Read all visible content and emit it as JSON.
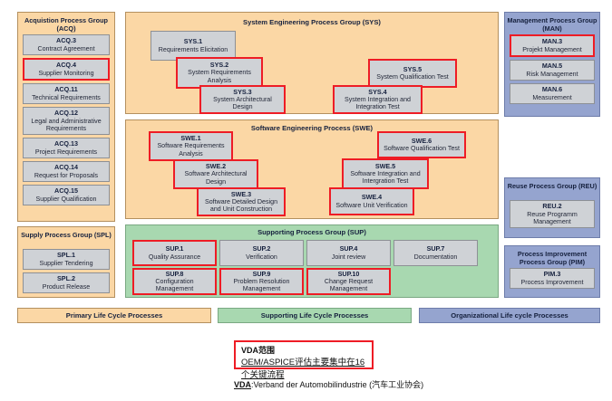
{
  "left_column": {
    "acq_group": {
      "title": "Acquistion Process Group (ACQ)",
      "items": [
        {
          "code": "ACQ.3",
          "name": "Contract Agreement",
          "highlight": false
        },
        {
          "code": "ACQ.4",
          "name": "Supplier Monitoring",
          "highlight": true
        },
        {
          "code": "ACQ.11",
          "name": "Technical Requirements",
          "highlight": false
        },
        {
          "code": "ACQ.12",
          "name": "Legal and Administrative Requirements",
          "highlight": false
        },
        {
          "code": "ACQ.13",
          "name": "Project Requirements",
          "highlight": false
        },
        {
          "code": "ACQ.14",
          "name": "Request for Proposals",
          "highlight": false
        },
        {
          "code": "ACQ.15",
          "name": "Supplier Qualification",
          "highlight": false
        }
      ]
    },
    "spl_group": {
      "title": "Supply Process Group (SPL)",
      "items": [
        {
          "code": "SPL.1",
          "name": "Supplier Tendering",
          "highlight": false
        },
        {
          "code": "SPL.2",
          "name": "Product Release",
          "highlight": false
        }
      ]
    }
  },
  "center_column": {
    "sys_group": {
      "title": "System Engineering Process Group (SYS)",
      "items": [
        {
          "code": "SYS.1",
          "name": "Requirements Elicitation",
          "highlight": false
        },
        {
          "code": "SYS.2",
          "name": "System Requirements Analysis",
          "highlight": true
        },
        {
          "code": "SYS.3",
          "name": "System Architectural Design",
          "highlight": true
        },
        {
          "code": "SYS.5",
          "name": "System Qualification Test",
          "highlight": true
        },
        {
          "code": "SYS.4",
          "name": "System Integration and Integration Test",
          "highlight": true
        }
      ]
    },
    "swe_group": {
      "title": "Software Engineering Process (SWE)",
      "items": [
        {
          "code": "SWE.1",
          "name": "Software Requirements Analysis",
          "highlight": true
        },
        {
          "code": "SWE.2",
          "name": "Software Architectural Design",
          "highlight": true
        },
        {
          "code": "SWE.3",
          "name": "Software Detailed Design and Unit Construction",
          "highlight": true
        },
        {
          "code": "SWE.6",
          "name": "Software Qualification Test",
          "highlight": true
        },
        {
          "code": "SWE.5",
          "name": "Software Integration and Intergration Test",
          "highlight": true
        },
        {
          "code": "SWE.4",
          "name": "Software Unit Verification",
          "highlight": true
        }
      ]
    },
    "sup_group": {
      "title": "Supporting Process Group (SUP)",
      "items": [
        {
          "code": "SUP.1",
          "name": "Quality Assurance",
          "highlight": true
        },
        {
          "code": "SUP.2",
          "name": "Verification",
          "highlight": false
        },
        {
          "code": "SUP.4",
          "name": "Joint review",
          "highlight": false
        },
        {
          "code": "SUP.7",
          "name": "Documentation",
          "highlight": false
        },
        {
          "code": "SUP.8",
          "name": "Configuration Management",
          "highlight": true
        },
        {
          "code": "SUP.9",
          "name": "Problem Resolution Management",
          "highlight": true
        },
        {
          "code": "SUP.10",
          "name": "Change Request Management",
          "highlight": true
        }
      ]
    }
  },
  "right_column": {
    "man_group": {
      "title": "Management Process Group (MAN)",
      "items": [
        {
          "code": "MAN.3",
          "name": "Projekt Management",
          "highlight": true
        },
        {
          "code": "MAN.5",
          "name": "Risk Management",
          "highlight": false
        },
        {
          "code": "MAN.6",
          "name": "Measurement",
          "highlight": false
        }
      ]
    },
    "reu_group": {
      "title": "Reuse Process Group (REU)",
      "items": [
        {
          "code": "REU.2",
          "name": "Reuse Programm Management",
          "highlight": false
        }
      ]
    },
    "pim_group": {
      "title": "Process Improvement Process Group (PIM)",
      "items": [
        {
          "code": "PIM.3",
          "name": "Process Improvement",
          "highlight": false
        }
      ]
    }
  },
  "legend": {
    "primary": "Primary Life Cycle Processes",
    "supporting": "Supporting Life Cycle Processes",
    "organizational": "Organizational Life cycle Processes"
  },
  "annotation": {
    "line1": "VDA范围",
    "line2": "OEM/ASPICE评估主要集中在16个关键流程"
  },
  "footnote": {
    "abbr": "VDA",
    "text": ":Verband der Automobilindustrie (汽车工业协会)"
  },
  "colors": {
    "orange_panel": "#fbd7a5",
    "green_panel": "#a8d8b0",
    "blue_panel": "#95a4cf",
    "process_box": "#cfd2d6",
    "highlight_red": "#ee1c25"
  }
}
